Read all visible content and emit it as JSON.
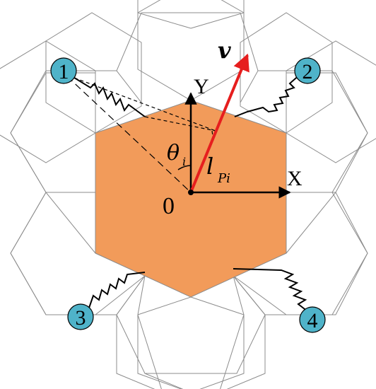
{
  "nodes": [
    {
      "label": "1"
    },
    {
      "label": "2"
    },
    {
      "label": "3"
    },
    {
      "label": "4"
    }
  ],
  "axes": {
    "x": "X",
    "y": "Y",
    "origin": "0"
  },
  "symbols": {
    "velocity": "v",
    "theta": "θ",
    "theta_sub": "i",
    "length": "l",
    "length_sub": "Pi"
  },
  "colors": {
    "hexagon_fill": "#f29b5a",
    "node_fill": "#4fb3c9",
    "velocity_arrow": "#e61e1e"
  }
}
